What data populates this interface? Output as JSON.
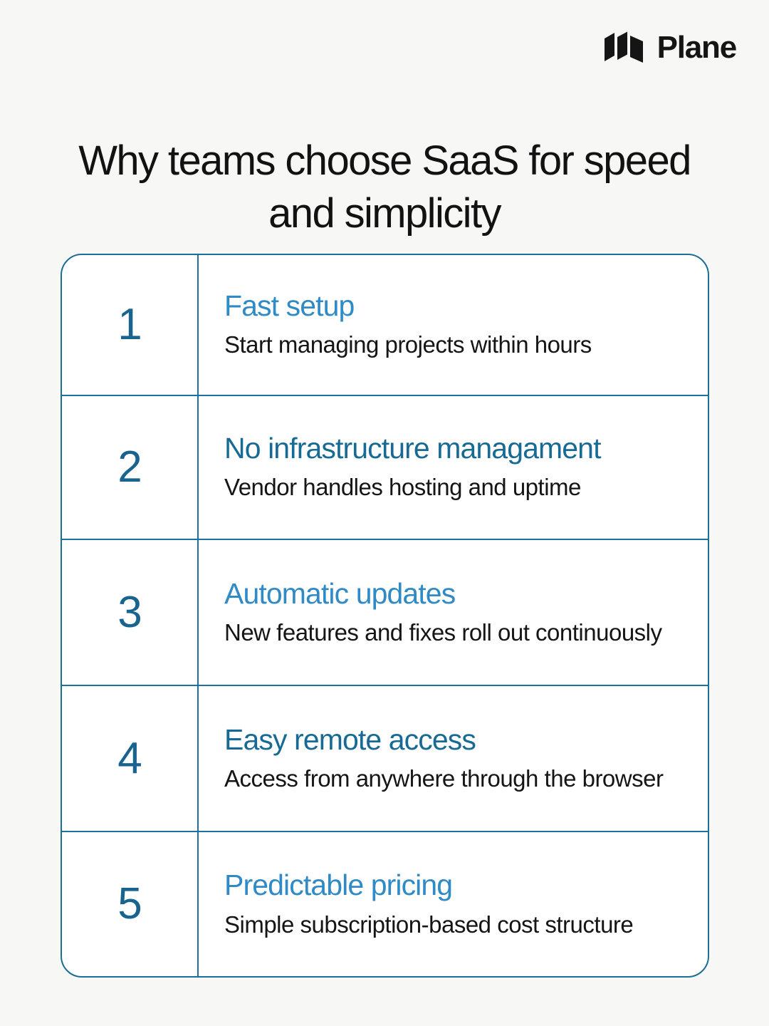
{
  "brand": {
    "logo_icon": "plane-logo-icon",
    "name": "Plane"
  },
  "headline": "Why teams choose SaaS for speed and simplicity",
  "colors": {
    "background": "#f7f7f6",
    "card_background": "#ffffff",
    "border": "#1b6e94",
    "divider": "#1b72a0",
    "number": "#18648f",
    "title_light_blue": "#2f8ac6",
    "title_dark_blue": "#176a94",
    "body_text": "#151515",
    "brand_text": "#151515"
  },
  "rows": [
    {
      "number": "1",
      "title": "Fast setup",
      "title_tone": "light",
      "description": "Start managing projects within hours"
    },
    {
      "number": "2",
      "title": "No infrastructure managament",
      "title_tone": "dark",
      "description": "Vendor handles hosting and uptime"
    },
    {
      "number": "3",
      "title": "Automatic updates",
      "title_tone": "light",
      "description": "New features and fixes roll out continuously"
    },
    {
      "number": "4",
      "title": "Easy remote access",
      "title_tone": "dark",
      "description": "Access from anywhere through the browser"
    },
    {
      "number": "5",
      "title": "Predictable pricing",
      "title_tone": "light",
      "description": "Simple subscription-based cost structure"
    }
  ]
}
